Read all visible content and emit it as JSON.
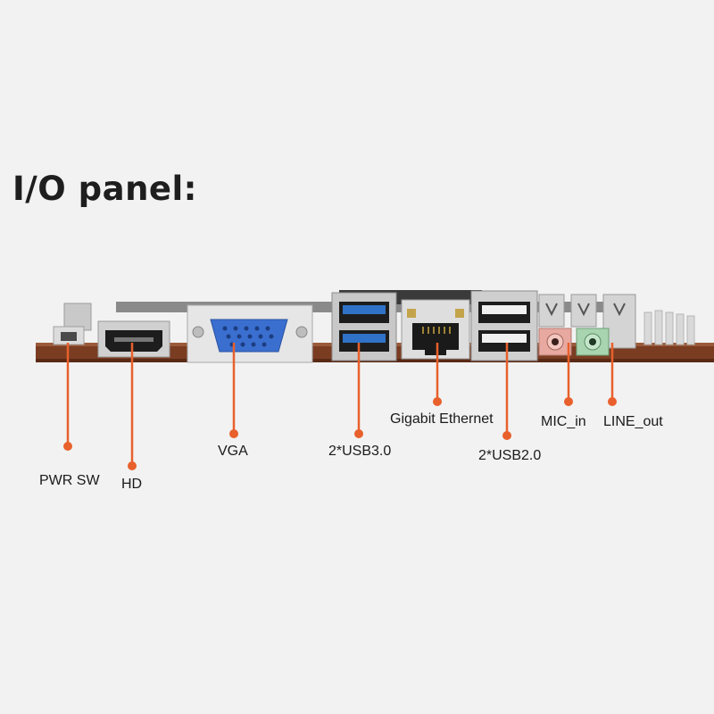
{
  "title": "I/O panel:",
  "colors": {
    "accent": "#e8602c",
    "background": "#f2f2f2",
    "pcb": "#7a3d22",
    "usb3_blue": "#2f72c8",
    "vga_blue": "#3a6fd0",
    "mic_pink": "#e8a9a0",
    "line_green": "#a8d4b0"
  },
  "ports": [
    {
      "id": "pwr-sw",
      "label": "PWR SW",
      "icon": "button-icon"
    },
    {
      "id": "hd",
      "label": "HD",
      "icon": "hdmi-port-icon"
    },
    {
      "id": "vga",
      "label": "VGA",
      "icon": "vga-port-icon"
    },
    {
      "id": "usb3",
      "label": "2*USB3.0",
      "icon": "usb3-port-icon"
    },
    {
      "id": "ethernet",
      "label": "Gigabit Ethernet",
      "icon": "rj45-port-icon"
    },
    {
      "id": "usb2",
      "label": "2*USB2.0",
      "icon": "usb2-port-icon"
    },
    {
      "id": "mic",
      "label": "MIC_in",
      "icon": "audio-jack-icon"
    },
    {
      "id": "line",
      "label": "LINE_out",
      "icon": "audio-jack-icon"
    }
  ]
}
